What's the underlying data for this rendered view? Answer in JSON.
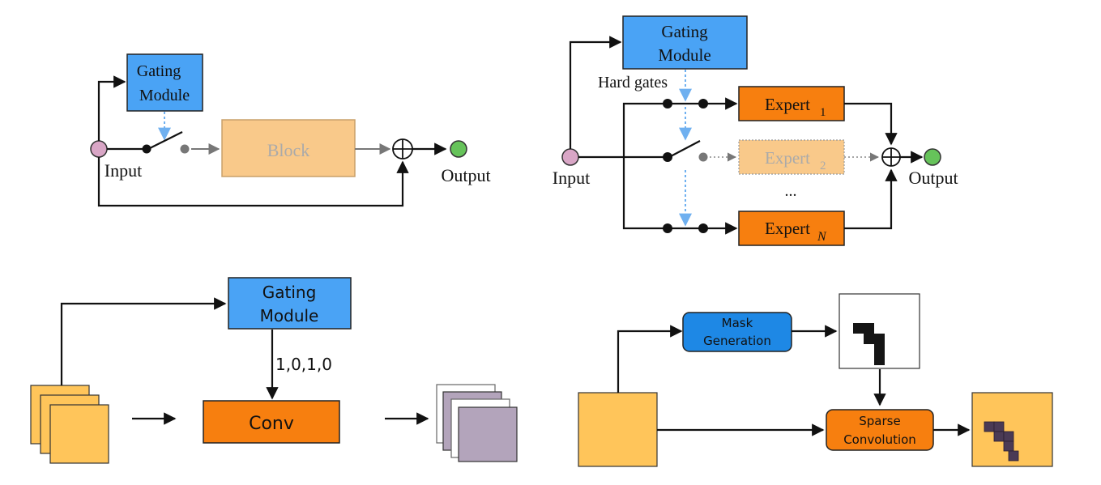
{
  "colors": {
    "gating_blue": "#4aa3f5",
    "expert_orange": "#f77f0f",
    "block_peach": "#f9c98a",
    "yellow_map": "#ffc55a",
    "purple_map": "#b3a4bb",
    "input_node": "#d9a6c6",
    "output_node": "#66c35a",
    "gate_arrow": "#6fb0f0"
  },
  "panel_a": {
    "gating_line1": "Gating",
    "gating_line2": "Module",
    "block": "Block",
    "input": "Input",
    "output": "Output"
  },
  "panel_b": {
    "gating_line1": "Gating",
    "gating_line2": "Module",
    "hard_gates": "Hard gates",
    "expert1": "Expert",
    "expert1_sub": "1",
    "expert2": "Expert",
    "expert2_sub": "2",
    "ellipsis": "...",
    "expertN": "Expert",
    "expertN_sub": "N",
    "input": "Input",
    "output": "Output"
  },
  "panel_c": {
    "gating_line1": "Gating",
    "gating_line2": "Module",
    "gate_values": "1,0,1,0",
    "conv": "Conv"
  },
  "panel_d": {
    "mask_line1": "Mask",
    "mask_line2": "Generation",
    "sparse_line1": "Sparse",
    "sparse_line2": "Convolution"
  }
}
